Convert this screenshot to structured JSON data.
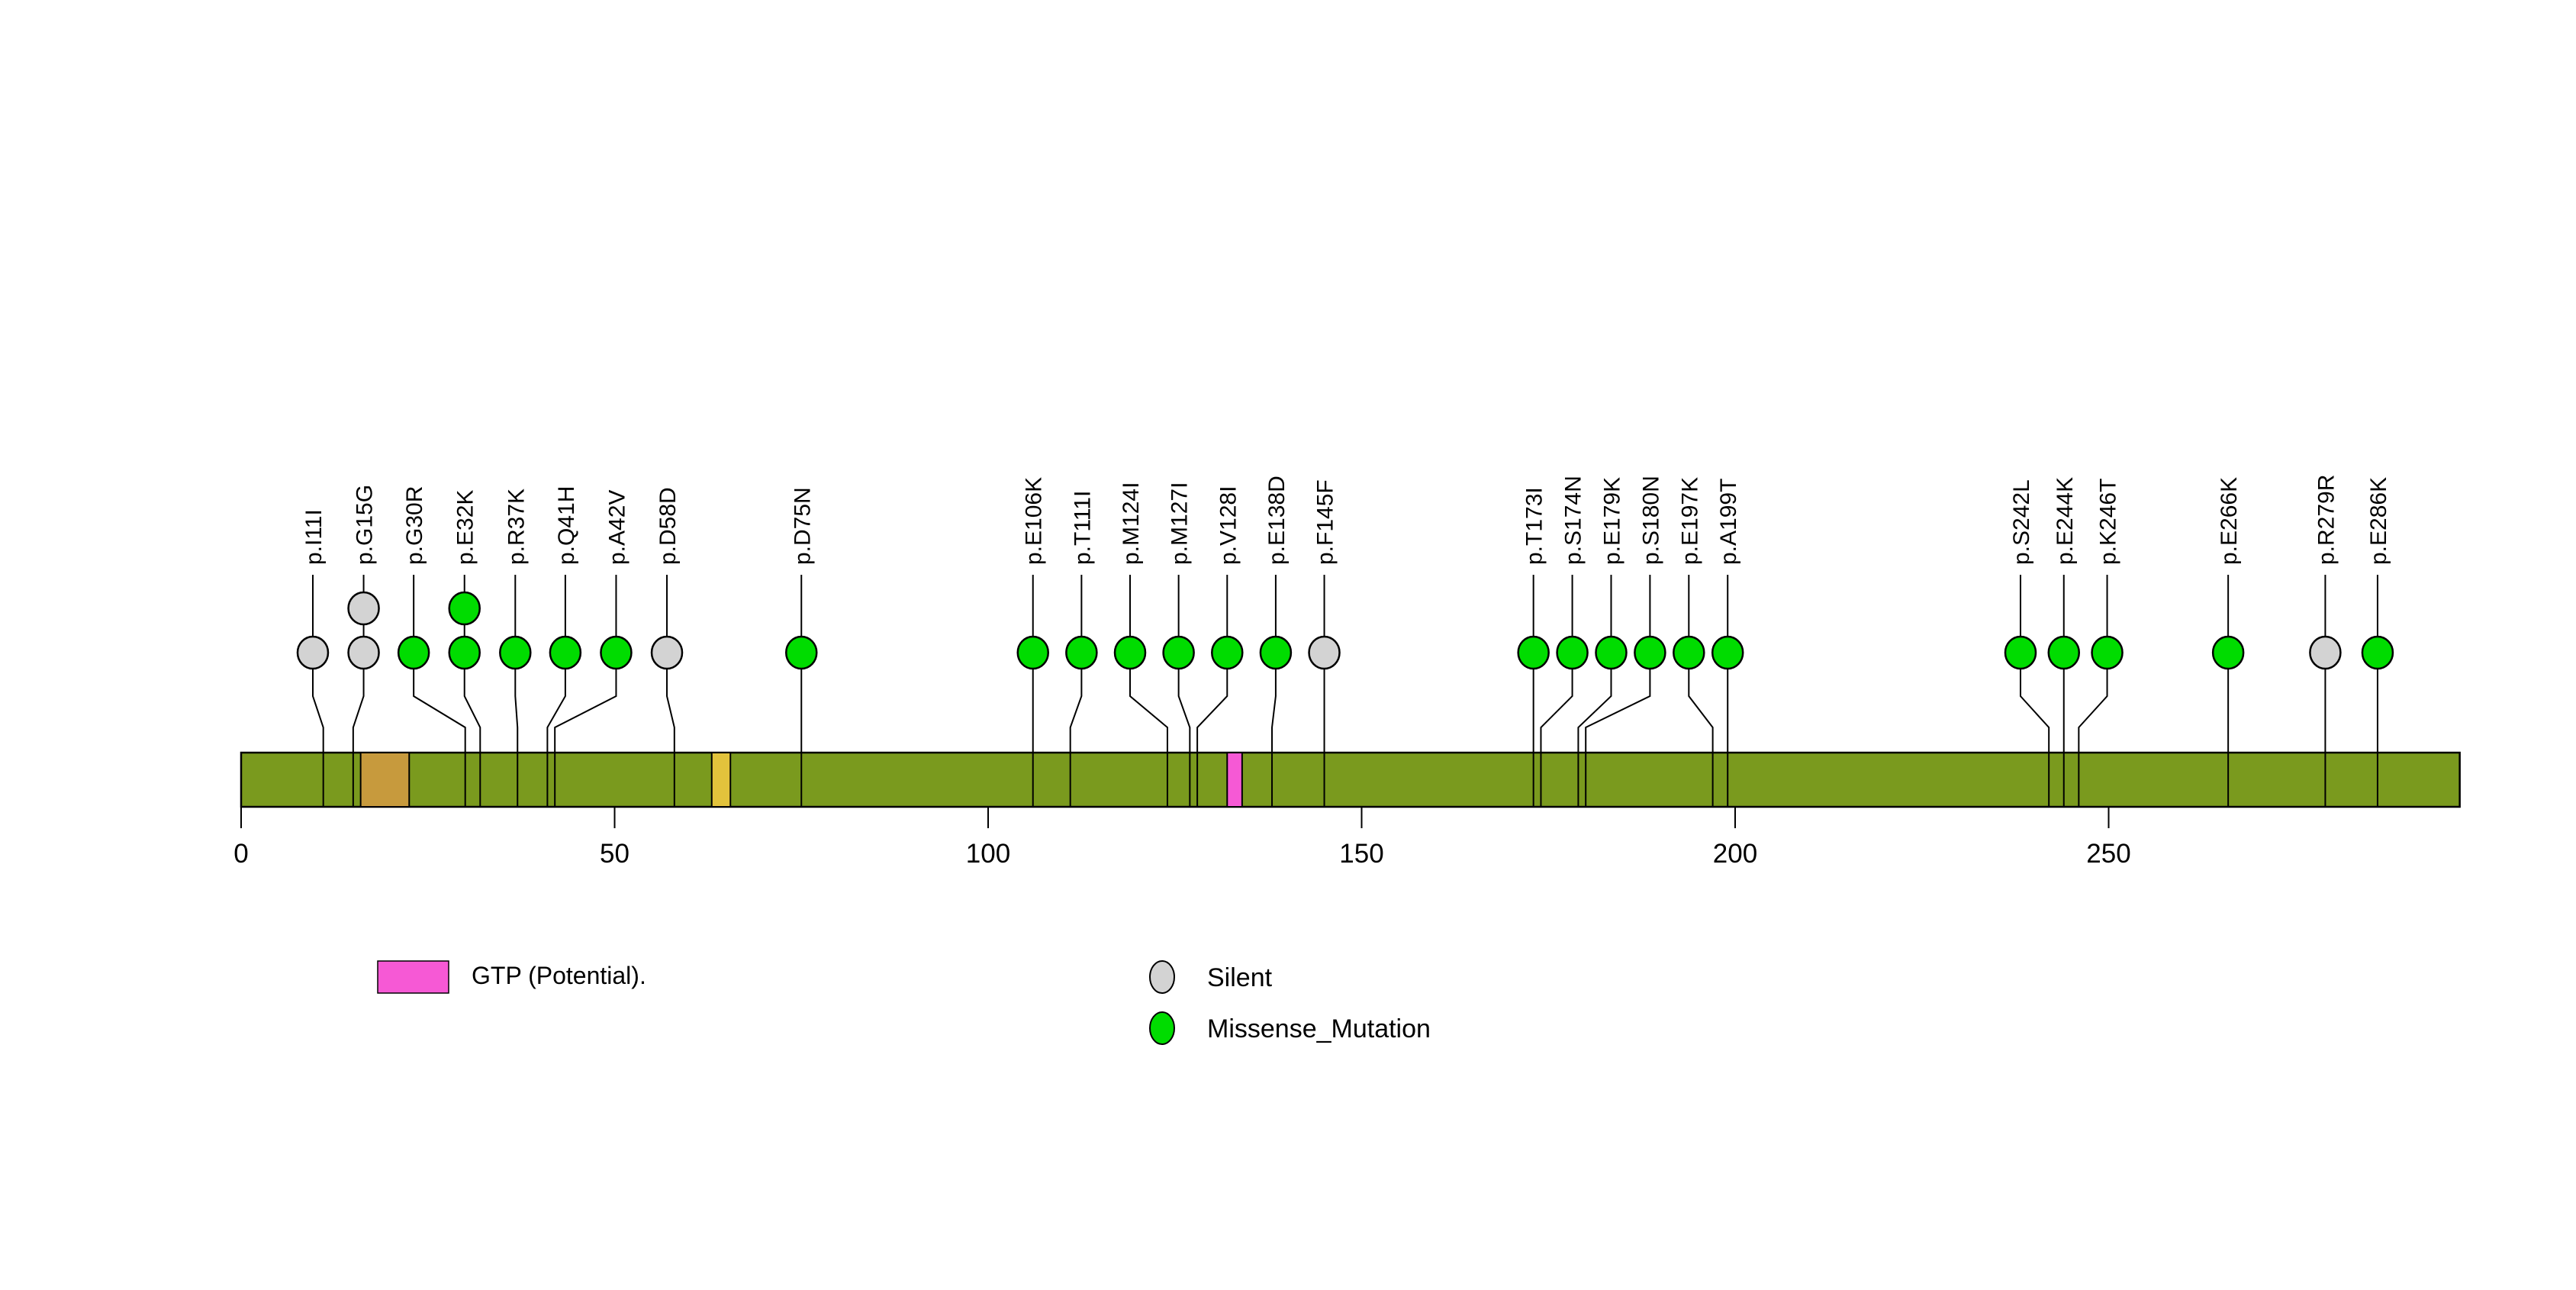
{
  "chart_data": {
    "type": "lollipop",
    "title": "",
    "xlabel": "",
    "ylabel": "",
    "protein": {
      "length_aa": 297,
      "bar_color": "#7A9A1E",
      "bar_border_color": "#000000"
    },
    "xaxis": {
      "ticks": [
        0,
        50,
        100,
        150,
        200,
        250
      ],
      "min": 0,
      "max": 297
    },
    "domains": [
      {
        "label": "",
        "start": 16,
        "end": 22.5,
        "color": "#C79A3D"
      },
      {
        "label": "",
        "start": 63,
        "end": 65.5,
        "color": "#E2C33C"
      },
      {
        "label": "GTP (Potential).",
        "start": 132,
        "end": 134,
        "color": "#F659D5"
      }
    ],
    "mutation_type_colors": {
      "Silent": "#D3D3D3",
      "Missense_Mutation": "#00DC00"
    },
    "mutations": [
      {
        "label": "p.I11I",
        "aa": 11,
        "col": 9.6,
        "type": "Silent",
        "count": 1
      },
      {
        "label": "p.G15G",
        "aa": 15,
        "col": 16.4,
        "type": "Silent",
        "count": 2
      },
      {
        "label": "p.G30R",
        "aa": 30,
        "col": 23.1,
        "type": "Missense_Mutation",
        "count": 1
      },
      {
        "label": "p.E32K",
        "aa": 32,
        "col": 29.9,
        "type": "Missense_Mutation",
        "count": 2
      },
      {
        "label": "p.R37K",
        "aa": 37,
        "col": 36.7,
        "type": "Missense_Mutation",
        "count": 1
      },
      {
        "label": "p.Q41H",
        "aa": 41,
        "col": 43.4,
        "type": "Missense_Mutation",
        "count": 1
      },
      {
        "label": "p.A42V",
        "aa": 42,
        "col": 50.2,
        "type": "Missense_Mutation",
        "count": 1
      },
      {
        "label": "p.D58D",
        "aa": 58,
        "col": 57.0,
        "type": "Silent",
        "count": 1
      },
      {
        "label": "p.D75N",
        "aa": 75,
        "col": 75,
        "type": "Missense_Mutation",
        "count": 1
      },
      {
        "label": "p.E106K",
        "aa": 106,
        "col": 106,
        "type": "Missense_Mutation",
        "count": 1
      },
      {
        "label": "p.T111I",
        "aa": 111,
        "col": 112.5,
        "type": "Missense_Mutation",
        "count": 1
      },
      {
        "label": "p.M124I",
        "aa": 124,
        "col": 119,
        "type": "Missense_Mutation",
        "count": 1
      },
      {
        "label": "p.M127I",
        "aa": 127,
        "col": 125.5,
        "type": "Missense_Mutation",
        "count": 1
      },
      {
        "label": "p.V128I",
        "aa": 128,
        "col": 132,
        "type": "Missense_Mutation",
        "count": 1
      },
      {
        "label": "p.E138D",
        "aa": 138,
        "col": 138.5,
        "type": "Missense_Mutation",
        "count": 1
      },
      {
        "label": "p.F145F",
        "aa": 145,
        "col": 145,
        "type": "Silent",
        "count": 1
      },
      {
        "label": "p.T173I",
        "aa": 173,
        "col": 173,
        "type": "Missense_Mutation",
        "count": 1
      },
      {
        "label": "p.S174N",
        "aa": 174,
        "col": 178.2,
        "type": "Missense_Mutation",
        "count": 1
      },
      {
        "label": "p.E179K",
        "aa": 179,
        "col": 183.4,
        "type": "Missense_Mutation",
        "count": 1
      },
      {
        "label": "p.S180N",
        "aa": 180,
        "col": 188.6,
        "type": "Missense_Mutation",
        "count": 1
      },
      {
        "label": "p.E197K",
        "aa": 197,
        "col": 193.8,
        "type": "Missense_Mutation",
        "count": 1
      },
      {
        "label": "p.A199T",
        "aa": 199,
        "col": 199,
        "type": "Missense_Mutation",
        "count": 1
      },
      {
        "label": "p.S242L",
        "aa": 242,
        "col": 238.2,
        "type": "Missense_Mutation",
        "count": 1
      },
      {
        "label": "p.E244K",
        "aa": 244,
        "col": 244,
        "type": "Missense_Mutation",
        "count": 1
      },
      {
        "label": "p.K246T",
        "aa": 246,
        "col": 249.8,
        "type": "Missense_Mutation",
        "count": 1
      },
      {
        "label": "p.E266K",
        "aa": 266,
        "col": 266,
        "type": "Missense_Mutation",
        "count": 1
      },
      {
        "label": "p.R279R",
        "aa": 279,
        "col": 279,
        "type": "Silent",
        "count": 1
      },
      {
        "label": "p.E286K",
        "aa": 286,
        "col": 286,
        "type": "Missense_Mutation",
        "count": 1
      }
    ],
    "legend": [
      {
        "swatch": "rect",
        "label": "GTP (Potential).",
        "color": "#F659D5"
      },
      {
        "swatch": "circle",
        "label": "Silent",
        "color": "#D3D3D3"
      },
      {
        "swatch": "circle",
        "label": "Missense_Mutation",
        "color": "#00DC00"
      }
    ]
  }
}
